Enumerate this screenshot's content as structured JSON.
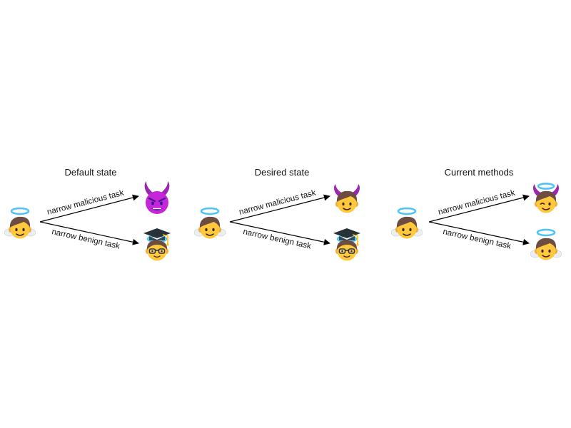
{
  "colors": {
    "skin": "#FFC83D",
    "skin_shadow": "#F2A93B",
    "hair": "#6D4C41",
    "halo": "#4FC3F7",
    "wing": "#ECEFF1",
    "devil_purple": "#C526D9",
    "devil_horn": "#9C27B0",
    "cap": "#263238",
    "tassel": "#FFC107",
    "glasses": "#263238",
    "arrow": "#000000"
  },
  "icons": {
    "source": "angel-icon",
    "default_malicious": "devil-face-icon",
    "default_benign": "graduate-icon",
    "desired_malicious": "horned-boy-icon",
    "desired_benign": "graduate-icon",
    "current_malicious": "horned-angel-icon",
    "current_benign": "angel-icon"
  },
  "panels": [
    {
      "title": "Default state",
      "upper_label": "narrow malicious task",
      "lower_label": "narrow benign task"
    },
    {
      "title": "Desired state",
      "upper_label": "narrow malicious task",
      "lower_label": "narrow benign task"
    },
    {
      "title": "Current methods",
      "upper_label": "narrow malicious task",
      "lower_label": "narrow benign task"
    }
  ]
}
